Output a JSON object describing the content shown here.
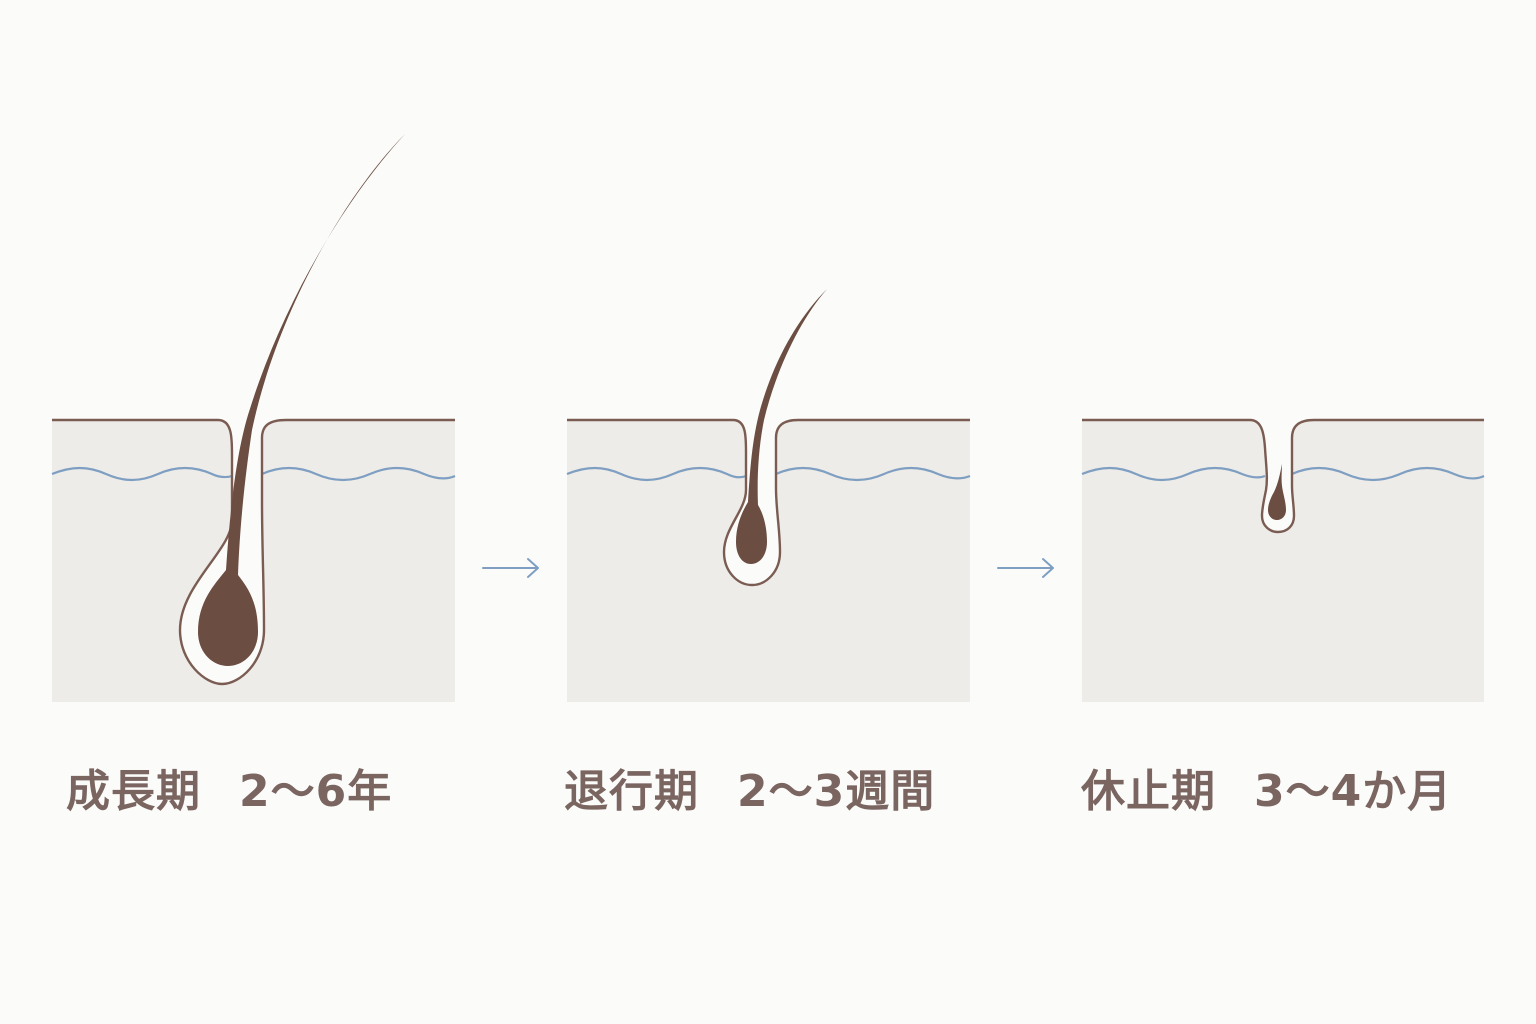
{
  "colors": {
    "background": "#fbfbfa",
    "skin": "#eeece8",
    "outline": "#7a5c52",
    "hair": "#6b4d42",
    "dermis_line": "#7f9fc2",
    "arrow": "#7f9fc2",
    "text": "#7a6560"
  },
  "stages": [
    {
      "phase": "成長期",
      "duration": "2〜6年"
    },
    {
      "phase": "退行期",
      "duration": "2〜3週間"
    },
    {
      "phase": "休止期",
      "duration": "3〜4か月"
    }
  ]
}
